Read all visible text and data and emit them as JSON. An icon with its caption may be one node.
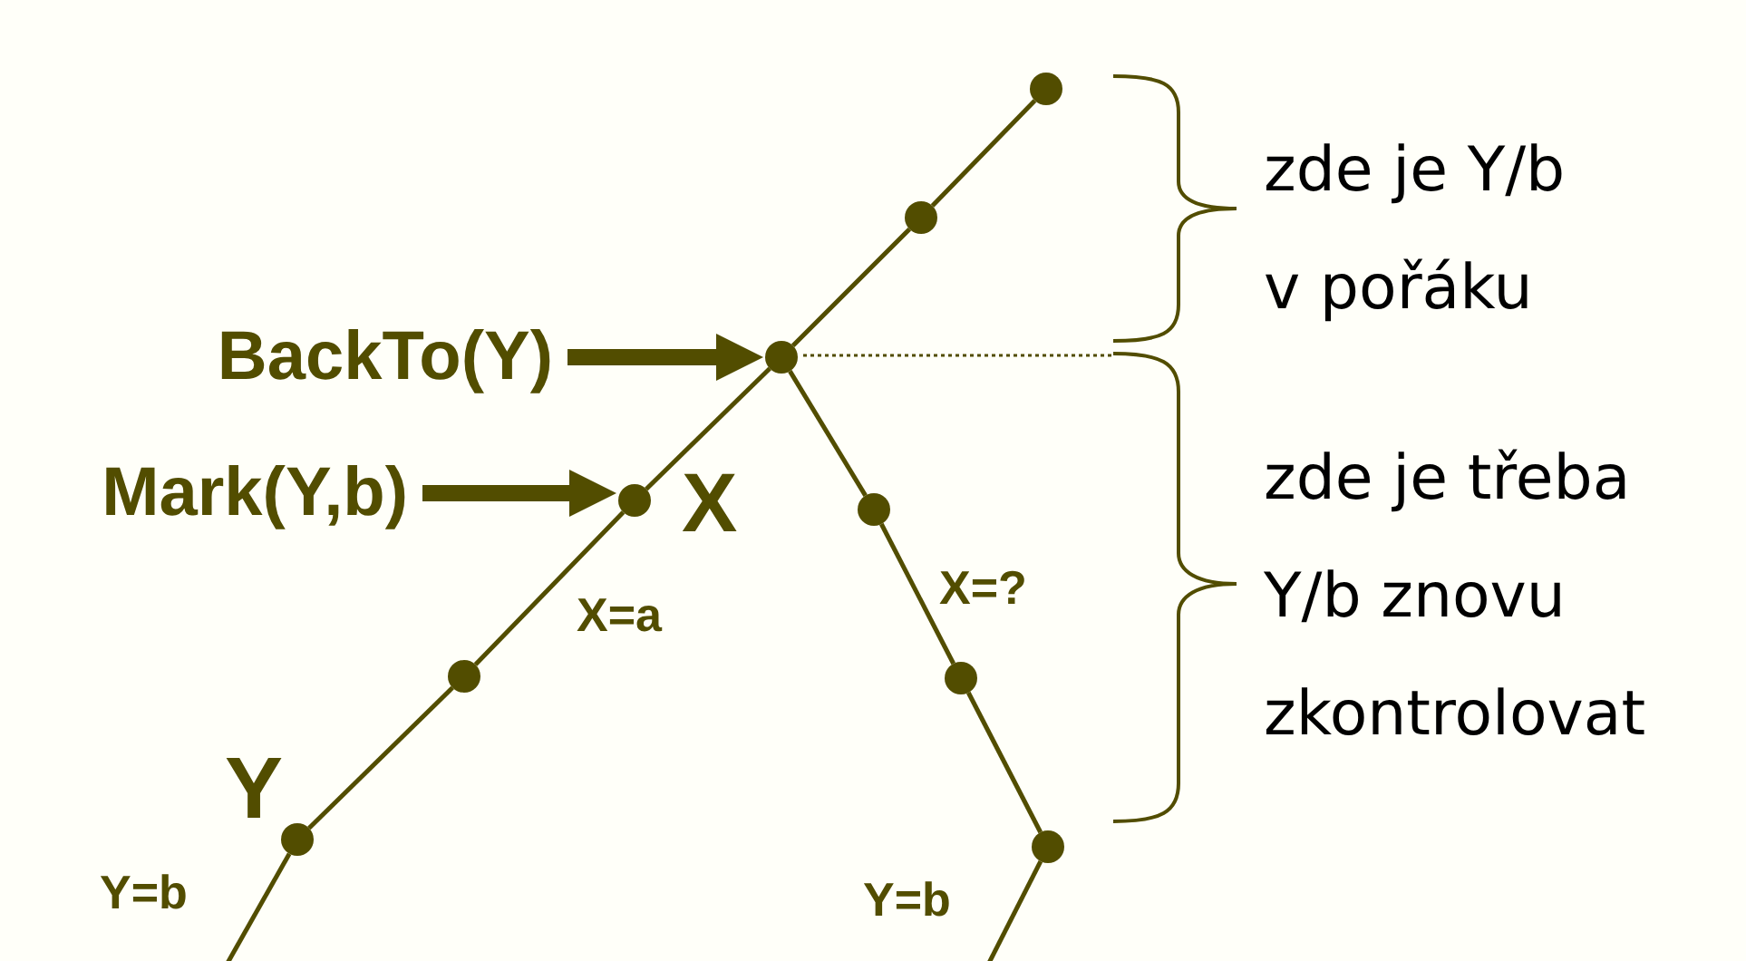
{
  "diagram": {
    "nodes": [
      {
        "text": [],
        "shape": "circle"
      },
      {
        "text": [],
        "shape": "circle"
      },
      {
        "text": [
          "BackTo(Y)"
        ]
      },
      {
        "text": [],
        "shape": "circle"
      },
      {
        "text": [
          "Mark(Y,b)"
        ]
      },
      {
        "text": [],
        "shape": "circle"
      },
      {
        "text": [],
        "shape": "circle"
      },
      {
        "text": [],
        "shape": "circle"
      },
      {
        "text": [],
        "shape": "circle"
      },
      {
        "text": [],
        "shape": "circle"
      },
      {
        "text": [],
        "shape": "circle"
      }
    ],
    "edges": [
      {
        "from": 0,
        "to": 1,
        "arrow": "none"
      },
      {
        "from": 1,
        "to": 3,
        "arrow": "none"
      },
      {
        "from": 3,
        "to": 5,
        "arrow": "none"
      },
      {
        "from": 5,
        "to": 7,
        "arrow": "none"
      },
      {
        "from": 7,
        "to": 9,
        "arrow": "none"
      },
      {
        "from": 9,
        "to": null,
        "arrow": "none"
      },
      {
        "from": 3,
        "to": 6,
        "arrow": "none"
      },
      {
        "from": 6,
        "to": 8,
        "arrow": "none"
      },
      {
        "from": 8,
        "to": 10,
        "arrow": "none"
      },
      {
        "from": 10,
        "to": null,
        "arrow": "none"
      },
      {
        "from": 2,
        "to": 3,
        "arrow": "to",
        "style": "thick"
      },
      {
        "from": 4,
        "to": 5,
        "arrow": "to",
        "style": "thick"
      }
    ],
    "labels": [
      "zde je Y/b v pořáku",
      "zde je třeba Y/b znovu zkontrolovat",
      "X",
      "X=?",
      "X=a",
      "Y",
      "Y=b",
      "Y=b"
    ]
  }
}
